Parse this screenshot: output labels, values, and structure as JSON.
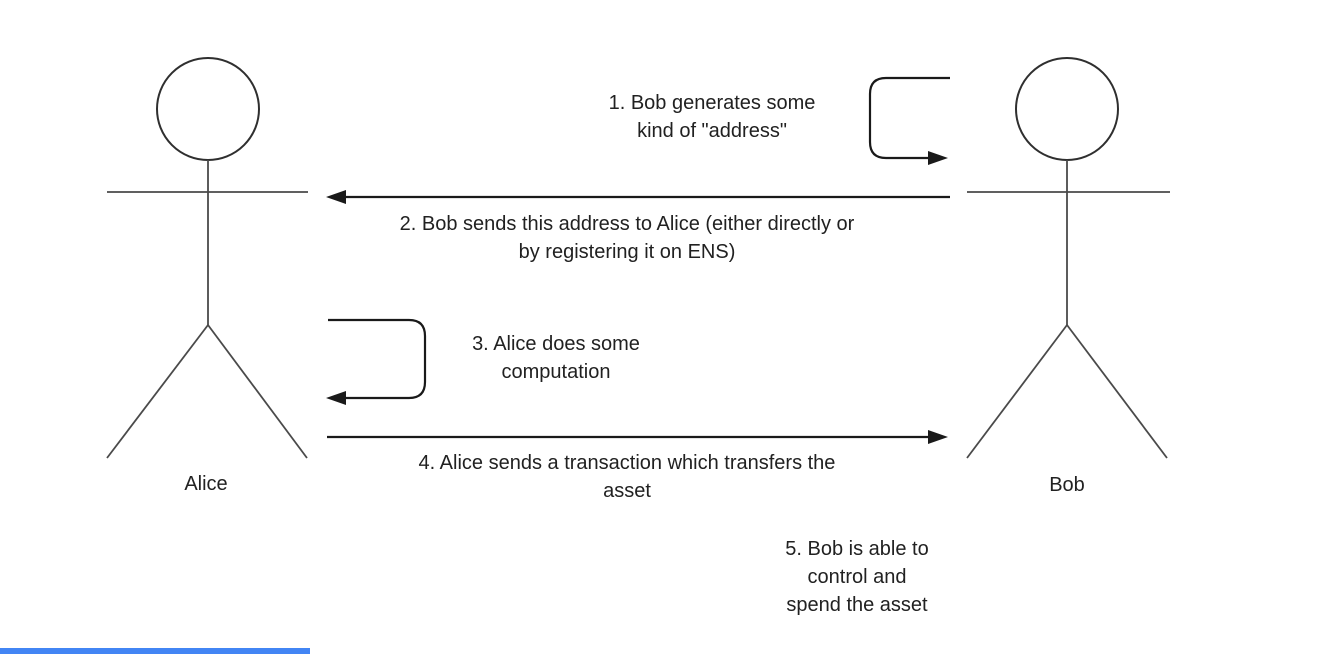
{
  "diagram": {
    "actors": [
      {
        "id": "alice",
        "label": "Alice"
      },
      {
        "id": "bob",
        "label": "Bob"
      }
    ],
    "steps": [
      {
        "n": "1",
        "kind": "self-action",
        "actor": "bob",
        "text": "1. Bob generates some\nkind of \"address\""
      },
      {
        "n": "2",
        "kind": "message",
        "from": "bob",
        "to": "alice",
        "text": "2. Bob sends this address to Alice (either directly or\nby registering it on ENS)"
      },
      {
        "n": "3",
        "kind": "self-action",
        "actor": "alice",
        "text": "3. Alice does some\ncomputation"
      },
      {
        "n": "4",
        "kind": "message",
        "from": "alice",
        "to": "bob",
        "text": "4. Alice sends a transaction which transfers the\nasset"
      },
      {
        "n": "5",
        "kind": "note",
        "actor": "bob",
        "text": "5. Bob is able to\ncontrol and\nspend the asset"
      }
    ],
    "colors": {
      "figure_stroke": "#4a4a4a",
      "arrow_stroke": "#1a1a1a",
      "text": "#212121",
      "background": "#ffffff",
      "progress_bar": "#4285f4"
    }
  }
}
